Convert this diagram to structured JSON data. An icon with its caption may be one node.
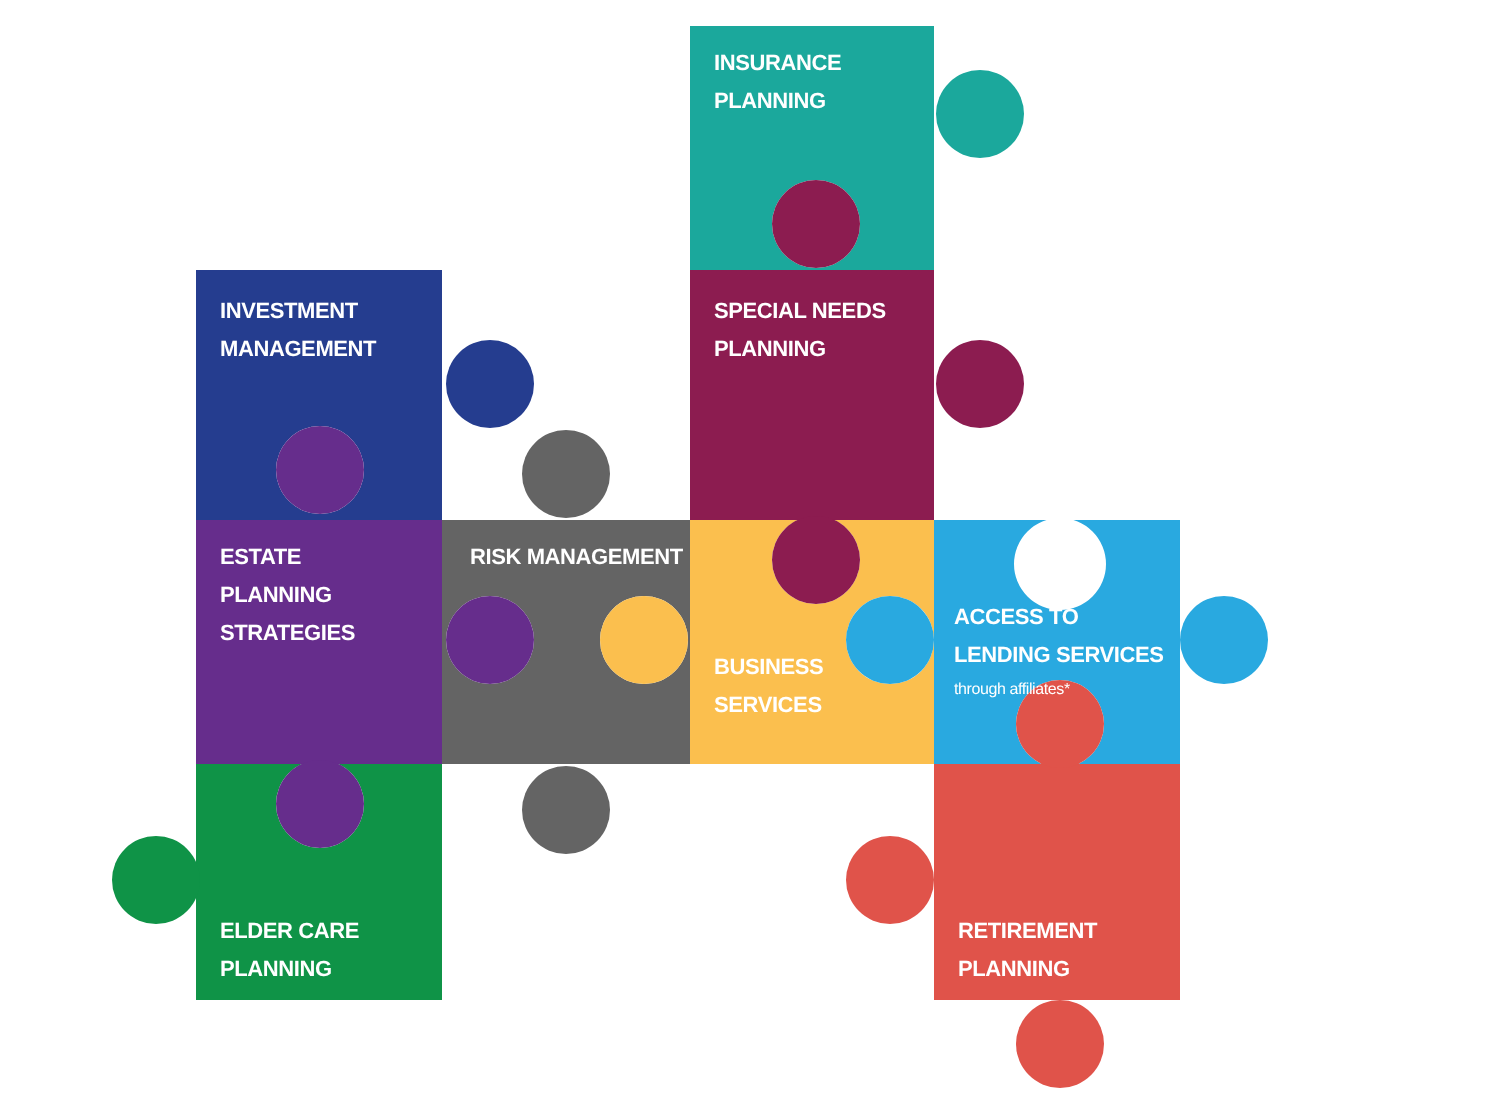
{
  "diagram": {
    "nodes": [
      {
        "text": [
          "INSURANCE PLANNING"
        ]
      },
      {
        "text": [
          "INVESTMENT MANAGEMENT"
        ]
      },
      {
        "text": [
          "SPECIAL NEEDS PLANNING"
        ]
      },
      {
        "text": [
          "ESTATE PLANNING STRATEGIES"
        ]
      },
      {
        "text": [
          "RISK MANAGEMENT"
        ]
      },
      {
        "text": [
          "BUSINESS SERVICES"
        ]
      },
      {
        "text": [
          "ACCESS TO LENDING SERVICES",
          "through affiliates*"
        ]
      },
      {
        "text": [
          "ELDER CARE PLANNING"
        ]
      },
      {
        "text": [
          "RETIREMENT PLANNING"
        ]
      }
    ]
  }
}
